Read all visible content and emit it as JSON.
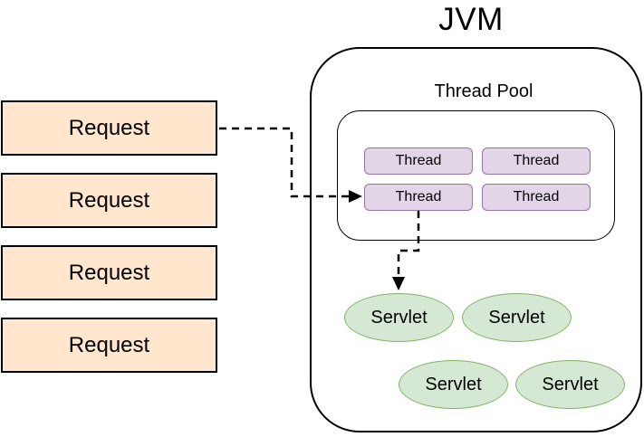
{
  "diagram": {
    "title": "JVM",
    "thread_pool": {
      "label": "Thread Pool",
      "threads": [
        "Thread",
        "Thread",
        "Thread",
        "Thread"
      ]
    },
    "requests": [
      "Request",
      "Request",
      "Request",
      "Request"
    ],
    "servlets": [
      "Servlet",
      "Servlet",
      "Servlet",
      "Servlet"
    ],
    "edges": [
      {
        "name": "request-to-threadpool",
        "from": "Request",
        "to": "Thread",
        "style": "dashed-arrow"
      },
      {
        "name": "thread-to-servlet",
        "from": "Thread",
        "to": "Servlet",
        "style": "dashed-arrow"
      }
    ]
  },
  "colors": {
    "background": "#FFFFFF",
    "container_stroke": "#000000",
    "request_fill": "#FFE6CC",
    "request_stroke": "#000000",
    "thread_fill": "#E1D5E7",
    "thread_stroke": "#9673A6",
    "servlet_fill": "#D5E8D4",
    "servlet_stroke": "#82B366",
    "arrow_color": "#000000",
    "text_color": "#000000"
  }
}
